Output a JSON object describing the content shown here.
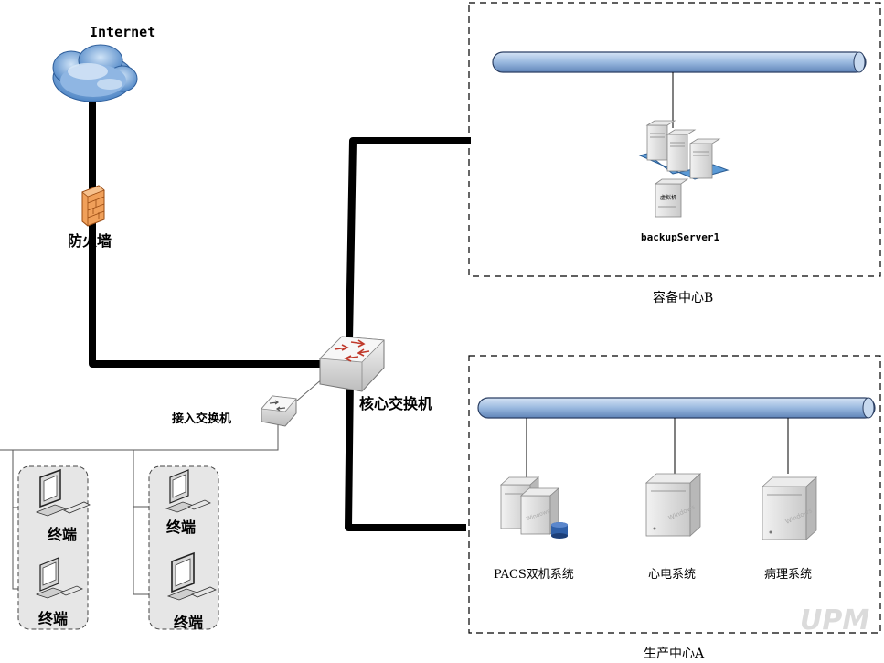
{
  "labels": {
    "internet": "Internet",
    "firewall": "防火墙",
    "core_switch": "核心交换机",
    "access_switch": "接入交换机",
    "backup_server": "backupServer1",
    "vm_badge": "虚拟机",
    "backup_center": "容备中心B",
    "production_center": "生产中心A",
    "pacs": "PACS双机系统",
    "ecg": "心电系统",
    "pathology": "病理系统",
    "windows": "Windows",
    "terminal": "终端",
    "watermark": "UPM"
  },
  "colors": {
    "bus_fill": "#a9c3e4",
    "bus_stroke": "#2b3f63",
    "firewall": "#e8873a",
    "cloud": "#6b9fd6",
    "link": "#000000"
  }
}
